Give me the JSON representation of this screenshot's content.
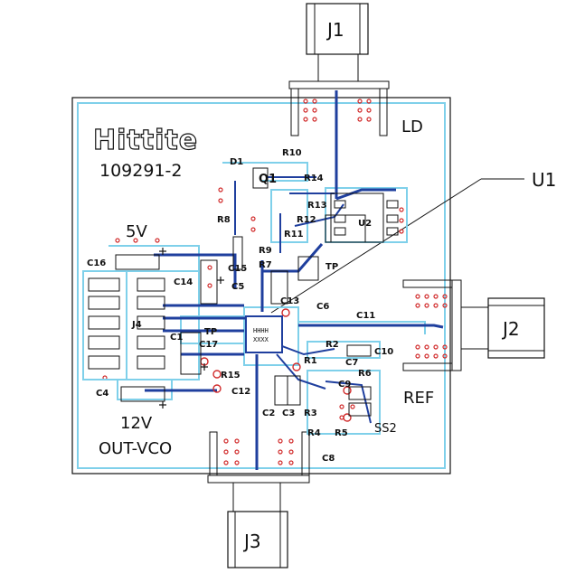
{
  "board": {
    "logo_text": "Hittite",
    "part_number": "109291-2",
    "connectors": {
      "j1": "J1",
      "j2": "J2",
      "j3": "J3"
    },
    "signal_labels": {
      "ld": "LD",
      "ref": "REF",
      "out_vco": "OUT-VCO",
      "v5": "5V",
      "v12": "12V"
    },
    "callout": {
      "u1": "U1"
    },
    "chip_marking": {
      "line1": "HHHH",
      "line2": "XXXX"
    },
    "components": {
      "d1": "D1",
      "q1": "Q1",
      "r10": "R10",
      "r14": "R14",
      "r13": "R13",
      "r8": "R8",
      "r12": "R12",
      "r11": "R11",
      "u2": "U2",
      "r9": "R9",
      "r7": "R7",
      "tp1": "TP",
      "c16": "C16",
      "c15": "C15",
      "c14": "C14",
      "c5": "C5",
      "c13": "C13",
      "c6": "C6",
      "c11": "C11",
      "j4": "J4",
      "tp2": "TP",
      "c1": "C1",
      "c17": "C17",
      "r2": "R2",
      "c10": "C10",
      "r1": "R1",
      "c7": "C7",
      "r6": "R6",
      "c9": "C9",
      "r15": "R15",
      "c12": "C12",
      "c4": "C4",
      "c2": "C2",
      "c3": "C3",
      "r3": "R3",
      "r4": "R4",
      "r5": "R5",
      "ss2": "SS2",
      "c8": "C8"
    }
  },
  "colors": {
    "trace": "#1f3f9e",
    "clearance": "#7fd0ea",
    "outline": "#111111",
    "via": "#d12b2b"
  }
}
